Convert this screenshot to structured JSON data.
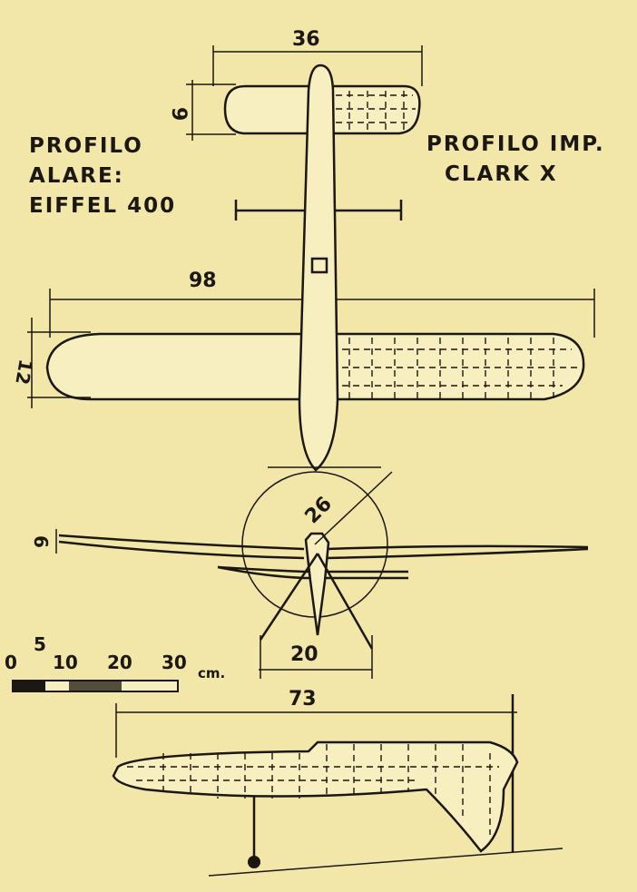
{
  "labels": {
    "wing_profile": [
      "PROFILO",
      "ALARE:",
      "EIFFEL 400"
    ],
    "tail_profile": [
      "PROFILO IMP.",
      "CLARK X"
    ]
  },
  "dimensions": {
    "tail_span": "36",
    "tail_chord": "9",
    "wing_span": "98",
    "wing_chord": "12",
    "dihedral": "6",
    "prop_diameter": "26",
    "tailplane_width": "20",
    "fuselage_length": "73"
  },
  "scale": {
    "ticks": [
      "0",
      "5",
      "10",
      "20",
      "30"
    ],
    "unit": "cm."
  },
  "colors": {
    "paper": "#f2e7a8",
    "ink": "#1b1712"
  }
}
